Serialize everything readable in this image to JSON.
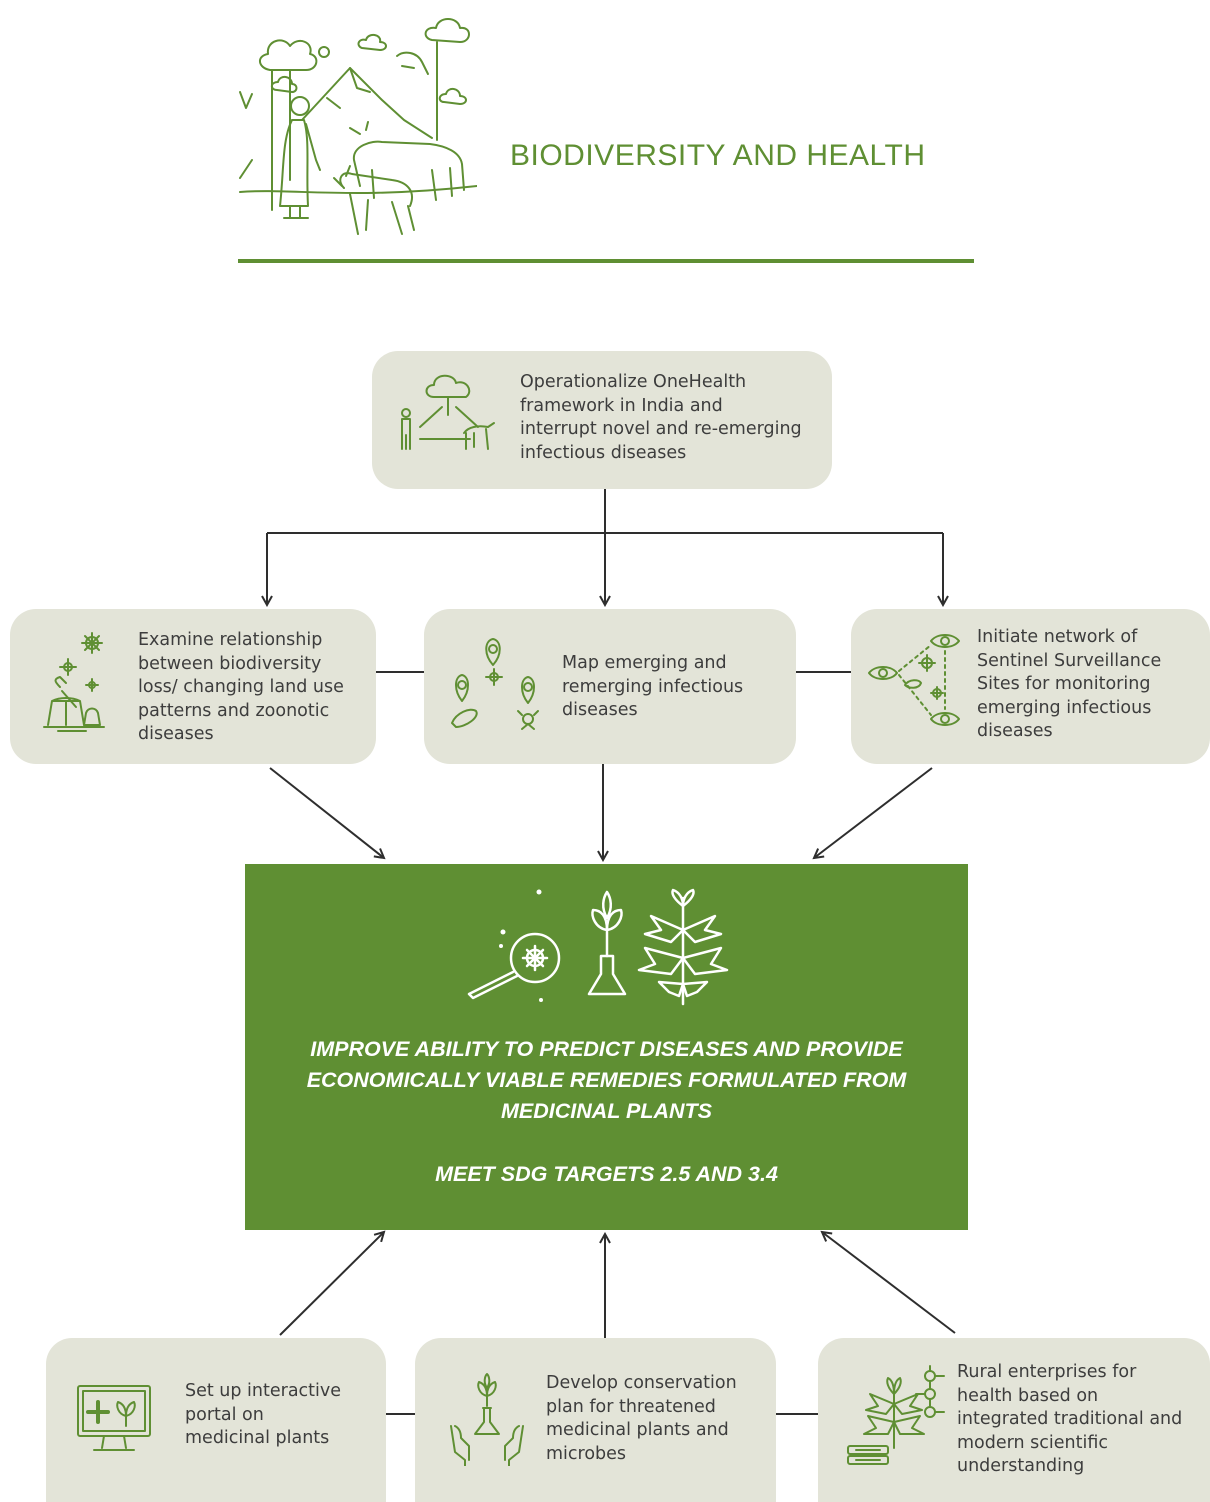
{
  "title": "BIODIVERSITY AND HEALTH",
  "colors": {
    "accent": "#5f8f33",
    "box": "#e3e4d8",
    "arrow": "#2e2e2e"
  },
  "top_box": {
    "text": [
      "Operationalize OneHealth",
      "framework in India and",
      "interrupt novel and re-emerging",
      "infectious diseases"
    ],
    "icon": "onehealth-triangle-icon"
  },
  "mid_boxes": [
    {
      "text": [
        "Examine relationship",
        "between biodiversity",
        "loss/ changing land use",
        "patterns and zoonotic",
        "diseases"
      ],
      "icon": "tree-stump-axe-icon"
    },
    {
      "text": [
        "Map emerging and",
        "remerging infectious",
        "diseases"
      ],
      "icon": "map-pins-pathogen-icon"
    },
    {
      "text": [
        "Initiate network of",
        "Sentinel Surveillance",
        "Sites for monitoring",
        "emerging infectious",
        "diseases"
      ],
      "icon": "surveillance-eyes-icon"
    }
  ],
  "main_box": {
    "heading": [
      "IMPROVE ABILITY TO PREDICT DISEASES AND PROVIDE",
      "ECONOMICALLY VIABLE REMEDIES FORMULATED FROM",
      "MEDICINAL PLANTS"
    ],
    "subheading": "MEET SDG TARGETS 2.5 AND 3.4",
    "icons": [
      "magnifier-virus-icon",
      "plant-flask-icon",
      "medicinal-leaf-icon"
    ]
  },
  "bottom_boxes": [
    {
      "text": [
        "Set up interactive",
        "portal on",
        "medicinal plants"
      ],
      "icon": "monitor-plant-icon"
    },
    {
      "text": [
        "Develop conservation",
        "plan for threatened",
        "medicinal plants and",
        "microbes"
      ],
      "icon": "hands-flask-plant-icon"
    },
    {
      "text": [
        "Rural enterprises for",
        "health based on",
        "integrated traditional and",
        "modern scientific",
        "understanding"
      ],
      "icon": "plant-molecule-icon"
    }
  ]
}
